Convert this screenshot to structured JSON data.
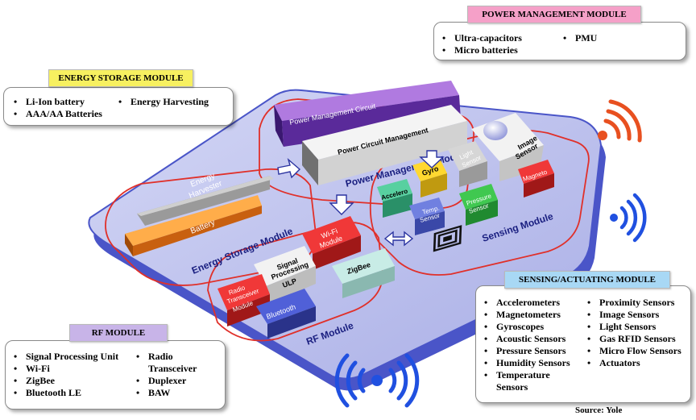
{
  "power": {
    "title": "POWER MANAGEMENT MODULE",
    "col1": [
      "Ultra-capacitors",
      "Micro batteries"
    ],
    "col2": [
      "PMU"
    ]
  },
  "energy": {
    "title": "ENERGY STORAGE MODULE",
    "col1": [
      "Li-Ion battery",
      "AAA/AA Batteries"
    ],
    "col2": [
      "Energy Harvesting"
    ]
  },
  "sensing": {
    "title": "SENSING/ACTUATING MODULE",
    "col1": [
      "Accelerometers",
      "Magnetometers",
      "Gyroscopes",
      "Acoustic Sensors",
      "Pressure Sensors",
      "Humidity Sensors",
      "Temperature",
      "Sensors"
    ],
    "col2": [
      "Proximity Sensors",
      "Image Sensors",
      "Light Sensors",
      "Gas RFID Sensors",
      "Micro Flow Sensors",
      "Actuators"
    ]
  },
  "rf": {
    "title": "RF MODULE",
    "col1": [
      "Signal Processing Unit",
      "Wi-Fi",
      "ZigBee",
      "Bluetooth LE"
    ],
    "col2": [
      "Radio",
      "Transceiver",
      "Duplexer",
      "BAW"
    ]
  },
  "board": {
    "power_module_label": "Power Management Module",
    "energy_module_label": "Energy Storage Module",
    "sensing_module_label": "Sensing Module",
    "rf_module_label": "RF Module",
    "pmc": "Power Management Circuit",
    "pcm": "Power Circuit Management",
    "energy_harvester_line1": "Energy",
    "energy_harvester_line2": "Harvester",
    "battery": "Battery",
    "gyro": "Gyro",
    "light_sensor_line1": "Light",
    "light_sensor_line2": "Sensor",
    "image_sensor_line1": "Image",
    "image_sensor_line2": "Sensor",
    "accelero": "Accelero",
    "temp_sensor_line1": "Temp.",
    "temp_sensor_line2": "Sensor",
    "pressure_sensor_line1": "Pressure",
    "pressure_sensor_line2": "Sensor",
    "magneto": "Magneto",
    "wifi_module_line1": "Wi-Fi",
    "wifi_module_line2": "Module",
    "signal_proc_line1": "Signal",
    "signal_proc_line2": "Processing",
    "signal_proc_line3": "ULP",
    "zigbee": "ZigBee",
    "radio_line1": "Radio",
    "radio_line2": "Transceiver",
    "radio_line3": "Module",
    "bluetooth": "Bluetooth"
  },
  "source": "Source: Yole",
  "colors": {
    "board_fill": "#b8bcec",
    "board_edge": "#4a55c8",
    "module_outline": "#e0302a",
    "power_tag": "#f5a0c8",
    "energy_tag": "#f7f060",
    "sensing_tag": "#a8d8f5",
    "rf_tag": "#c8b4e8",
    "wireless_red": "#e85020",
    "wireless_blue": "#2050e0"
  }
}
